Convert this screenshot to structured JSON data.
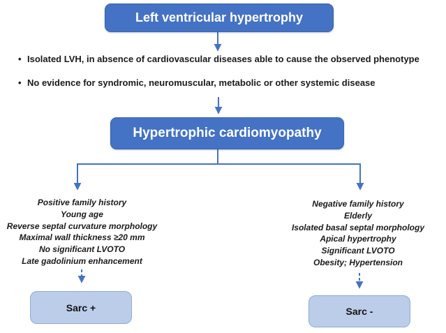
{
  "colors": {
    "accent_blue": "#4472C4",
    "accent_blue_border": "#3a63ad",
    "light_box_fill": "#BCCDE9",
    "light_box_border": "#8EA9D6",
    "arrow_blue": "#4472C4",
    "text_dark": "#1a1a1a"
  },
  "flowchart": {
    "top_box": {
      "label": "Left ventricular hypertrophy"
    },
    "bullets": {
      "glyph": "•",
      "items": [
        "Isolated LVH, in absence of cardiovascular diseases able to cause the observed phenotype",
        "No evidence for syndromic, neuromuscular, metabolic or other systemic disease"
      ]
    },
    "middle_box": {
      "label": "Hypertrophic cardiomyopathy"
    },
    "left_branch": {
      "criteria": [
        "Positive family history",
        "Young age",
        "Reverse septal curvature morphology",
        "Maximal wall thickness ≥20 mm",
        "No significant LVOTO",
        "Late gadolinium enhancement"
      ],
      "result_box": {
        "label": "Sarc +"
      }
    },
    "right_branch": {
      "criteria": [
        "Negative family history",
        "Elderly",
        "Isolated basal septal morphology",
        "Apical hypertrophy",
        "Significant LVOTO",
        "Obesity; Hypertension"
      ],
      "result_box": {
        "label": "Sarc -"
      }
    }
  }
}
